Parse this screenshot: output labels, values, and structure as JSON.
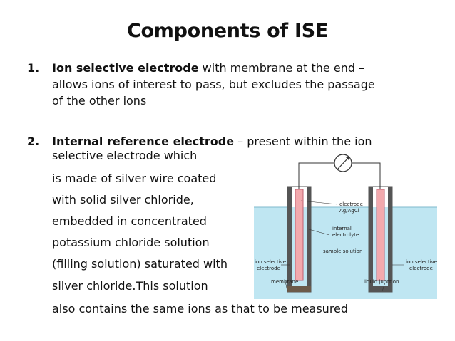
{
  "title": "Components of ISE",
  "items": [
    {
      "number": "1.",
      "lead": "Ion selective electrode",
      "rest": " with membrane at the end –",
      "lines": [
        "allows  ions of interest to pass, but excludes the passage",
        "of the other ions"
      ]
    },
    {
      "number": "2.",
      "lead": "Internal reference electrode",
      "rest": " – present within the ion",
      "lines": [
        "selective electrode which",
        "is made of silver wire  coated",
        "with solid silver chloride,",
        "embedded in concentrated",
        "potassium chloride solution",
        "(filling solution) saturated with",
        "silver chloride.This solution",
        "also contains the same ions as that to be measured"
      ]
    }
  ],
  "diagram": {
    "labels": {
      "electrode": "electrode",
      "ag_agcl": "Ag/AgCl",
      "internal": "internal",
      "electrolyte": "electrolyte",
      "sample_solution": "sample solution",
      "ion_selective_left_1": "ion selective",
      "ion_selective_left_2": "electrode",
      "ion_selective_right_1": "ion selective",
      "ion_selective_right_2": "electrode",
      "membrane": "membrane",
      "liquid_junction": "liquid junction"
    },
    "colors": {
      "solution": "#bfe6f2",
      "electrode_fill": "#f2a9ad",
      "wall": "#555555"
    }
  }
}
